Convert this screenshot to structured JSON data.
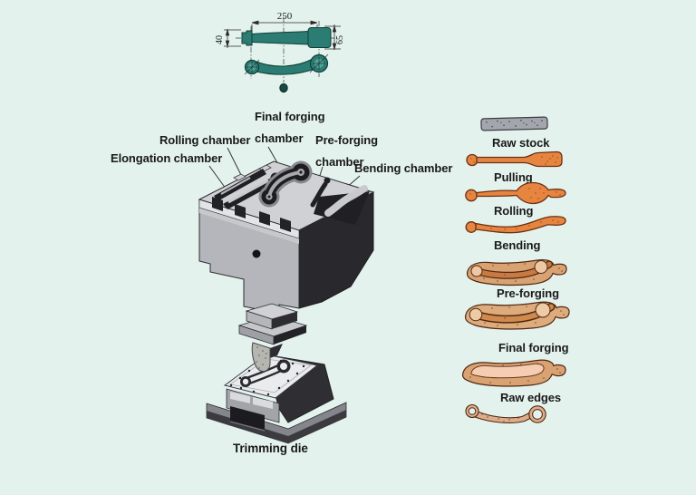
{
  "part_drawing": {
    "description": "connecting rod part, two orthographic views",
    "dims": {
      "length": "250",
      "small_end_height": "40",
      "big_end_height": "65"
    }
  },
  "forging_die": {
    "labels": {
      "final_forging": "Final forging\nchamber",
      "rolling": "Rolling chamber",
      "elongation": "Elongation chamber",
      "pre_forging": "Pre-forging\nchamber",
      "bending": "Bending chamber"
    }
  },
  "trimming_die": {
    "label": "Trimming die"
  },
  "process": {
    "steps": [
      {
        "label": "Raw stock"
      },
      {
        "label": "Pulling"
      },
      {
        "label": "Rolling"
      },
      {
        "label": "Bending"
      },
      {
        "label": "Pre-forging"
      },
      {
        "label": "Final forging"
      },
      {
        "label": "Raw edges"
      }
    ]
  },
  "colors": {
    "background": "#e4f2ed",
    "part_teal": "#2b7c72",
    "forge_orange": "#e6853f",
    "flash_tan": "#d8a273",
    "core_pink": "#f4cdb2",
    "steel_gray": "#a3a7ad",
    "die_light": "#d0d1d5",
    "die_dark": "#28282d",
    "text": "#191919"
  }
}
